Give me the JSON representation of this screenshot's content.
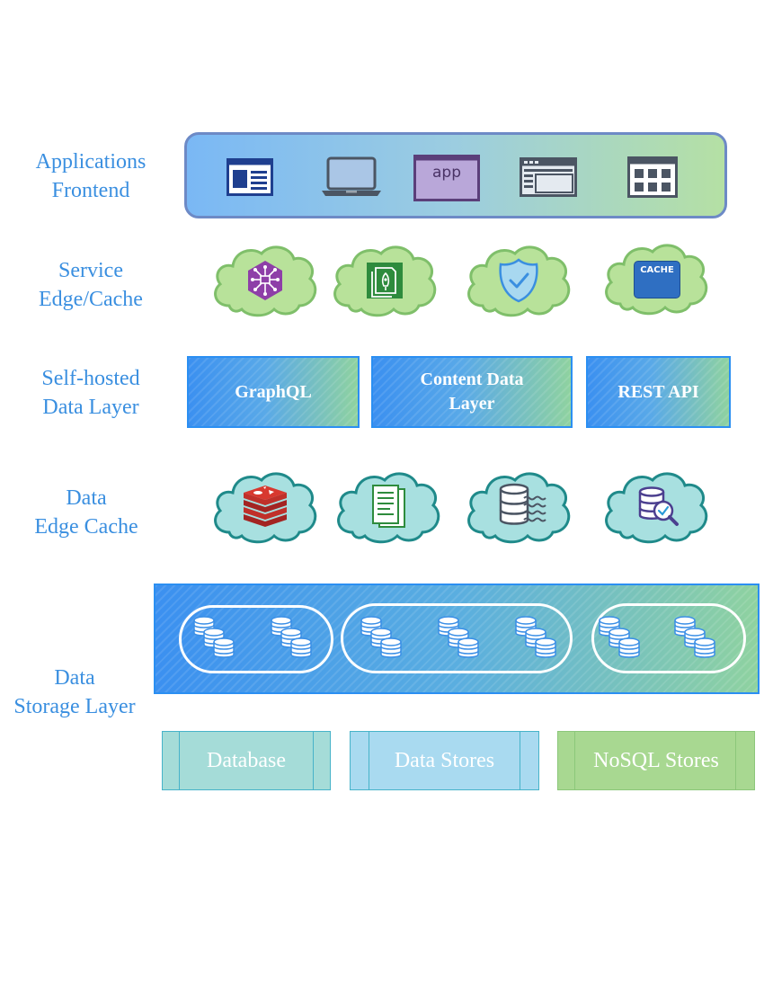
{
  "rows": {
    "frontend": {
      "line1": "Applications",
      "line2": "Frontend"
    },
    "service": {
      "line1": "Service",
      "line2": "Edge/Cache"
    },
    "selfhosted": {
      "line1": "Self-hosted",
      "line2": "Data Layer"
    },
    "dataedge": {
      "line1": "Data",
      "line2": "Edge Cache"
    },
    "storage": {
      "line1": "Data",
      "line2": "Storage Layer"
    }
  },
  "frontend_icons": [
    "web-page-icon",
    "laptop-icon",
    "app-window-icon",
    "browser-window-icon",
    "dashboard-grid-icon"
  ],
  "app_text": "app",
  "service_icons": [
    "graphql-hub-icon",
    "deploy-rocket-icon",
    "security-shield-icon",
    "cache-icon"
  ],
  "cache_text": "CACHE",
  "data_layer": {
    "graphql": "GraphQL",
    "content_line1": "Content Data",
    "content_line2": "Layer",
    "rest": "REST API"
  },
  "edge_cache_icons": [
    "redis-icon",
    "documents-icon",
    "database-stream-icon",
    "database-search-icon"
  ],
  "stores": {
    "database": "Database",
    "datastores": "Data Stores",
    "nosql": "NoSQL Stores"
  },
  "colors": {
    "label": "#3a8fe0",
    "cloud_green": "#b8e29a",
    "cloud_teal": "#a8e0e0",
    "box_blue": "#3b90f0",
    "box_green": "#8fd2a0"
  }
}
